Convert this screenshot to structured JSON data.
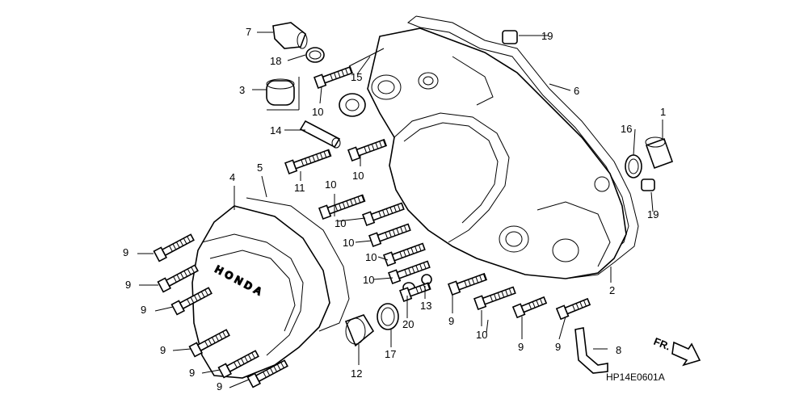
{
  "diagram_code": "HP14E0601A",
  "direction_label": "FR.",
  "cover_brand": "HONDA",
  "callouts": {
    "c1": "1",
    "c2": "2",
    "c3": "3",
    "c4": "4",
    "c5": "5",
    "c6": "6",
    "c7": "7",
    "c8": "8",
    "c9a": "9",
    "c9b": "9",
    "c9c": "9",
    "c9d": "9",
    "c9e": "9",
    "c9f": "9",
    "c9g": "9",
    "c9h": "9",
    "c9i": "9",
    "c10a": "10",
    "c10b": "10",
    "c10c": "10",
    "c10d": "10",
    "c10e": "10",
    "c10f": "10",
    "c10g": "10",
    "c10h": "10",
    "c11": "11",
    "c12": "12",
    "c13": "13",
    "c14": "14",
    "c15": "15",
    "c16": "16",
    "c17": "17",
    "c18": "18",
    "c19a": "19",
    "c19b": "19",
    "c20": "20"
  }
}
